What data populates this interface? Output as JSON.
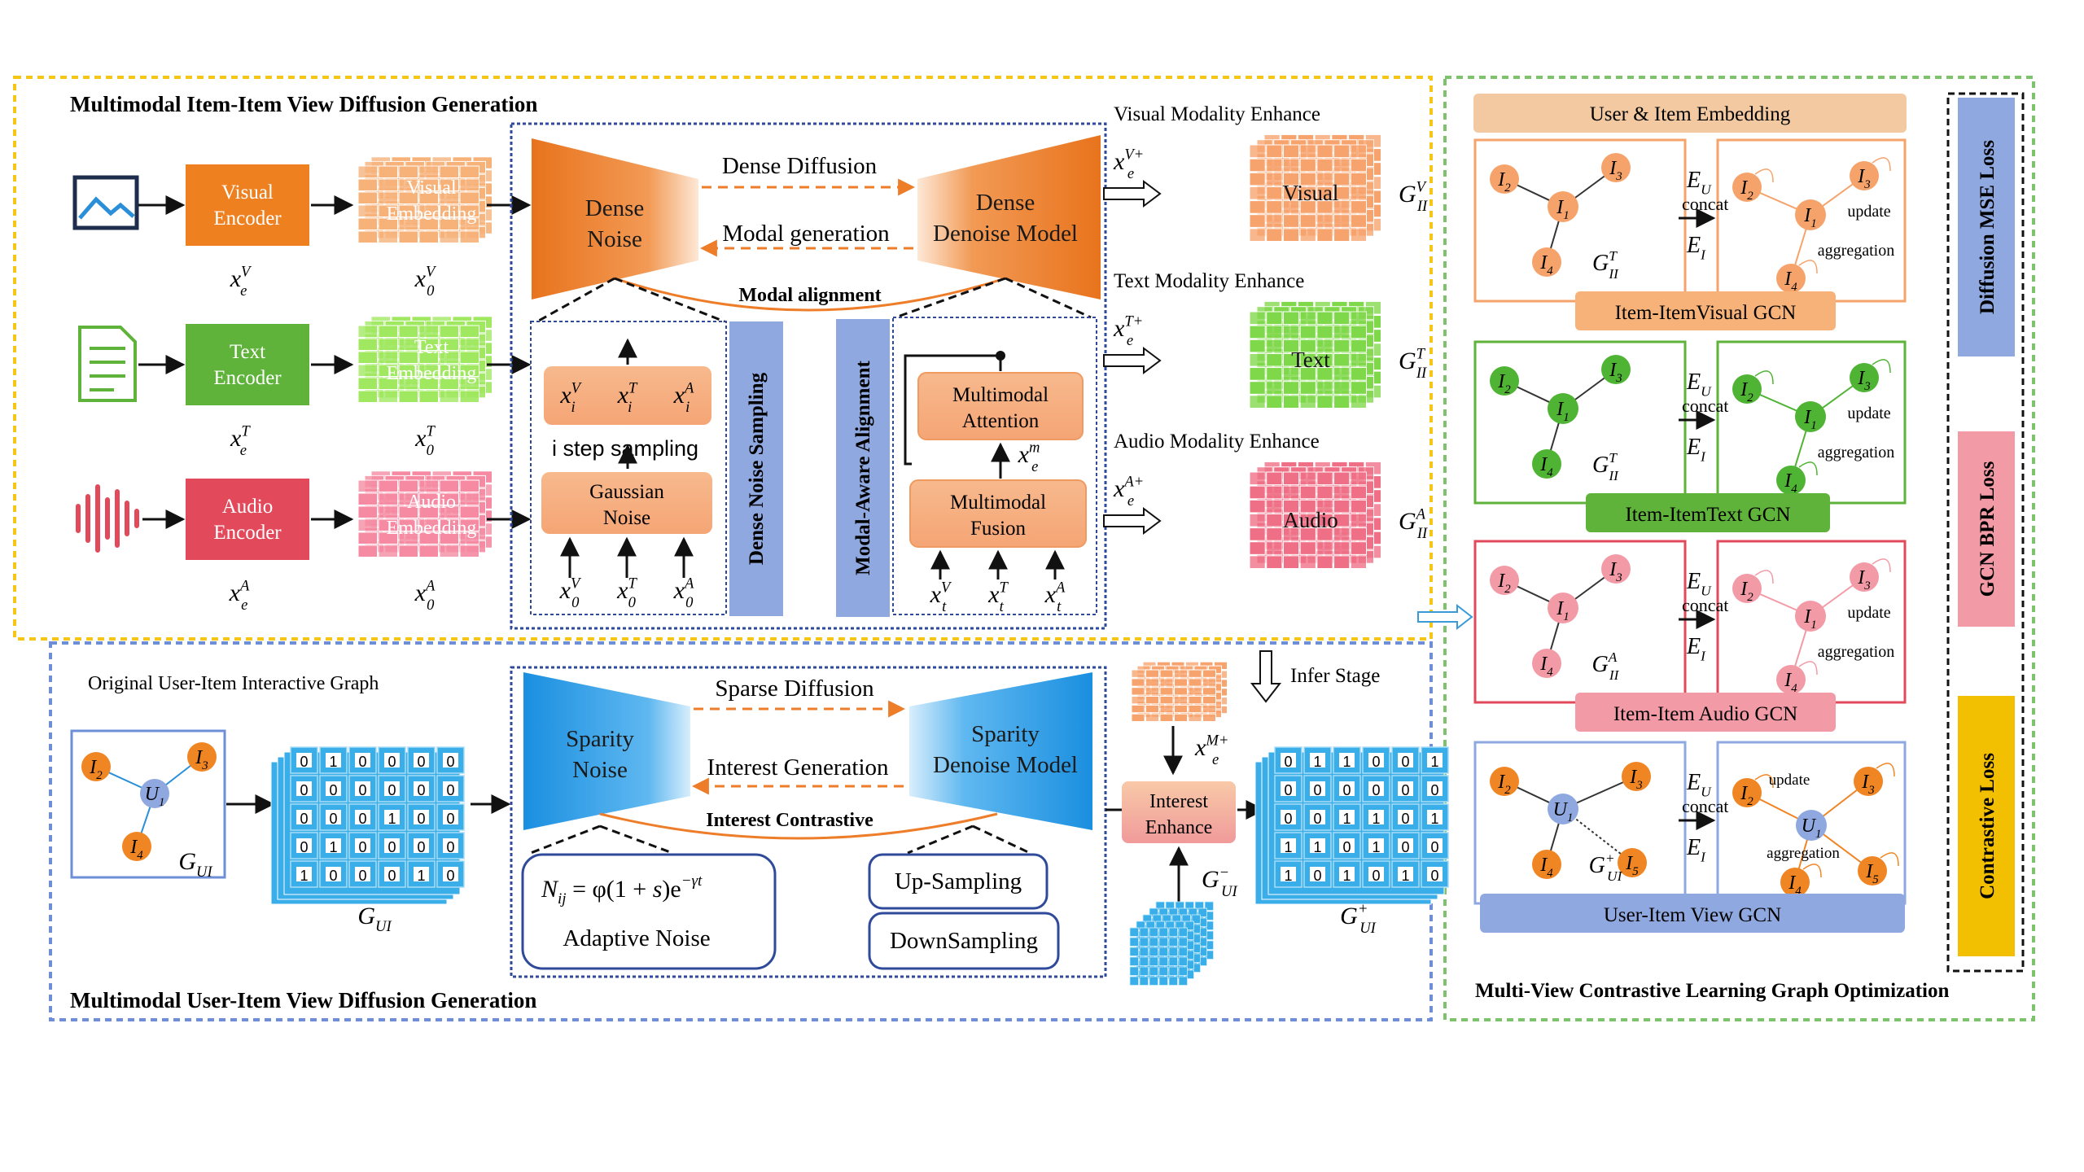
{
  "top_panel": {
    "title": "Multimodal Item-Item View Diffusion Generation",
    "encoders": [
      {
        "label_l1": "Visual",
        "label_l2": "Encoder",
        "color": "#ee8020",
        "emb_l1": "Visual",
        "emb_l2": "Embedding",
        "emb_color": "#f7b27a",
        "xe": "x_e^V",
        "x0": "x_0^V"
      },
      {
        "label_l1": "Text",
        "label_l2": "Encoder",
        "color": "#5fb33a",
        "emb_l1": "Text",
        "emb_l2": "Embedding",
        "emb_color": "#9fe85f",
        "xe": "x_e^T",
        "x0": "x_0^T"
      },
      {
        "label_l1": "Audio",
        "label_l2": "Encoder",
        "color": "#e24a5c",
        "emb_l1": "Audio",
        "emb_l2": "Embedding",
        "emb_color": "#f58aa2",
        "xe": "x_e^A",
        "x0": "x_0^A"
      }
    ],
    "dense_noise_l1": "Dense",
    "dense_noise_l2": "Noise",
    "dense_denoise_l1": "Dense",
    "dense_denoise_l2": "Denoise Model",
    "dense_diffusion": "Dense Diffusion",
    "modal_generation": "Modal generation",
    "modal_alignment": "Modal alignment",
    "sampling_tokens": [
      "x_i^V",
      "x_i^T",
      "x_i^A"
    ],
    "i_step_sampling": "i  step  sampling",
    "gaussian_l1": "Gaussian",
    "gaussian_l2": "Noise",
    "gaussian_inputs": [
      "x_0^V",
      "x_0^T",
      "x_0^A"
    ],
    "dense_noise_sampling": "Dense Noise Sampling",
    "modal_aware_alignment": "Modal-Aware Alignment",
    "multimodal_attention_l1": "Multimodal",
    "multimodal_attention_l2": "Attention",
    "xem": "x_e^m",
    "multimodal_fusion_l1": "Multimodal",
    "multimodal_fusion_l2": "Fusion",
    "fusion_inputs": [
      "x_t^V",
      "x_t^T",
      "x_t^A"
    ],
    "enhance": [
      {
        "title": "Visual Modality Enhance",
        "xe": "x_e^{V+}",
        "label": "Visual",
        "graph": "G_{II}^V",
        "color": "#f7a36e"
      },
      {
        "title": "Text Modality Enhance",
        "xe": "x_e^{T+}",
        "label": "Text",
        "graph": "G_{II}^T",
        "color": "#7fd84a"
      },
      {
        "title": "Audio Modality Enhance",
        "xe": "x_e^{A+}",
        "label": "Audio",
        "graph": "G_{II}^A",
        "color": "#ef6f86"
      }
    ]
  },
  "bottom_panel": {
    "title": "Multimodal User-Item View Diffusion Generation",
    "graph_title": "Original User-Item Interactive  Graph",
    "graph_label": "G_{UI}",
    "matrix_label": "G_{UI}",
    "matrix_rows": [
      [
        "0",
        "1",
        "0",
        "0",
        "0",
        "0"
      ],
      [
        "0",
        "0",
        "0",
        "0",
        "0",
        "0"
      ],
      [
        "0",
        "0",
        "0",
        "1",
        "0",
        "0"
      ],
      [
        "0",
        "1",
        "0",
        "0",
        "0",
        "0"
      ],
      [
        "1",
        "0",
        "0",
        "0",
        "1",
        "0"
      ]
    ],
    "sparse_diffusion": "Sparse  Diffusion",
    "interest_generation": "Interest Generation",
    "interest_contrastive": "Interest Contrastive",
    "sparsity_noise_l1": "Sparity",
    "sparsity_noise_l2": "Noise",
    "sparsity_denoise_l1": "Sparity",
    "sparsity_denoise_l2": "Denoise Model",
    "adaptive_formula": "N_{ij} = φ(1 + s)e^{−γt}",
    "adaptive_noise": "Adaptive  Noise",
    "up_sampling": "Up-Sampling",
    "down_sampling": "DownSampling",
    "infer_stage": "Infer Stage",
    "xem_plus": "x_e^{M+}",
    "interest_enhance_l1": "Interest",
    "interest_enhance_l2": "Enhance",
    "gui_minus": "G_{UI}^−",
    "gui_plus": "G_{UI}^+",
    "out_rows": [
      [
        "0",
        "1",
        "1",
        "0",
        "0",
        "1"
      ],
      [
        "0",
        "0",
        "0",
        "0",
        "0",
        "0"
      ],
      [
        "0",
        "0",
        "1",
        "1",
        "0",
        "1"
      ],
      [
        "1",
        "1",
        "0",
        "1",
        "0",
        "0"
      ],
      [
        "1",
        "0",
        "1",
        "0",
        "1",
        "0"
      ]
    ]
  },
  "right_panel": {
    "embedding_header": "User & Item Embedding",
    "title": "Multi-View Contrastive Learning Graph Optimization",
    "eu": "E_U",
    "concat": "concat",
    "ei": "E_I",
    "update": "update",
    "aggregation": "aggregation",
    "gcns": [
      {
        "label": "Item-ItemVisual GCN",
        "graph": "G_{II}^T",
        "color": "#f5a36a",
        "border": "#f5a36a",
        "label_bg": "#f7b27a"
      },
      {
        "label": "Item-ItemText GCN",
        "graph": "G_{II}^T",
        "color": "#4fb334",
        "border": "#5fb33a",
        "label_bg": "#5fb33a"
      },
      {
        "label": "Item-Item Audio GCN",
        "graph": "G_{II}^A",
        "color": "#f29aa6",
        "border": "#e24a5c",
        "label_bg": "#f29aa6"
      },
      {
        "label": "User-Item View GCN",
        "graph": "G_{UI}^+",
        "color": "#f08524",
        "border": "#8fa8e0",
        "label_bg": "#8fa8e0"
      }
    ],
    "losses": [
      {
        "label": "Diffusion MSE  Loss",
        "color": "#8fa8e0"
      },
      {
        "label": "GCN BPR  Loss",
        "color": "#f29aa6"
      },
      {
        "label": "Contrastive Loss",
        "color": "#f2c000"
      }
    ]
  }
}
